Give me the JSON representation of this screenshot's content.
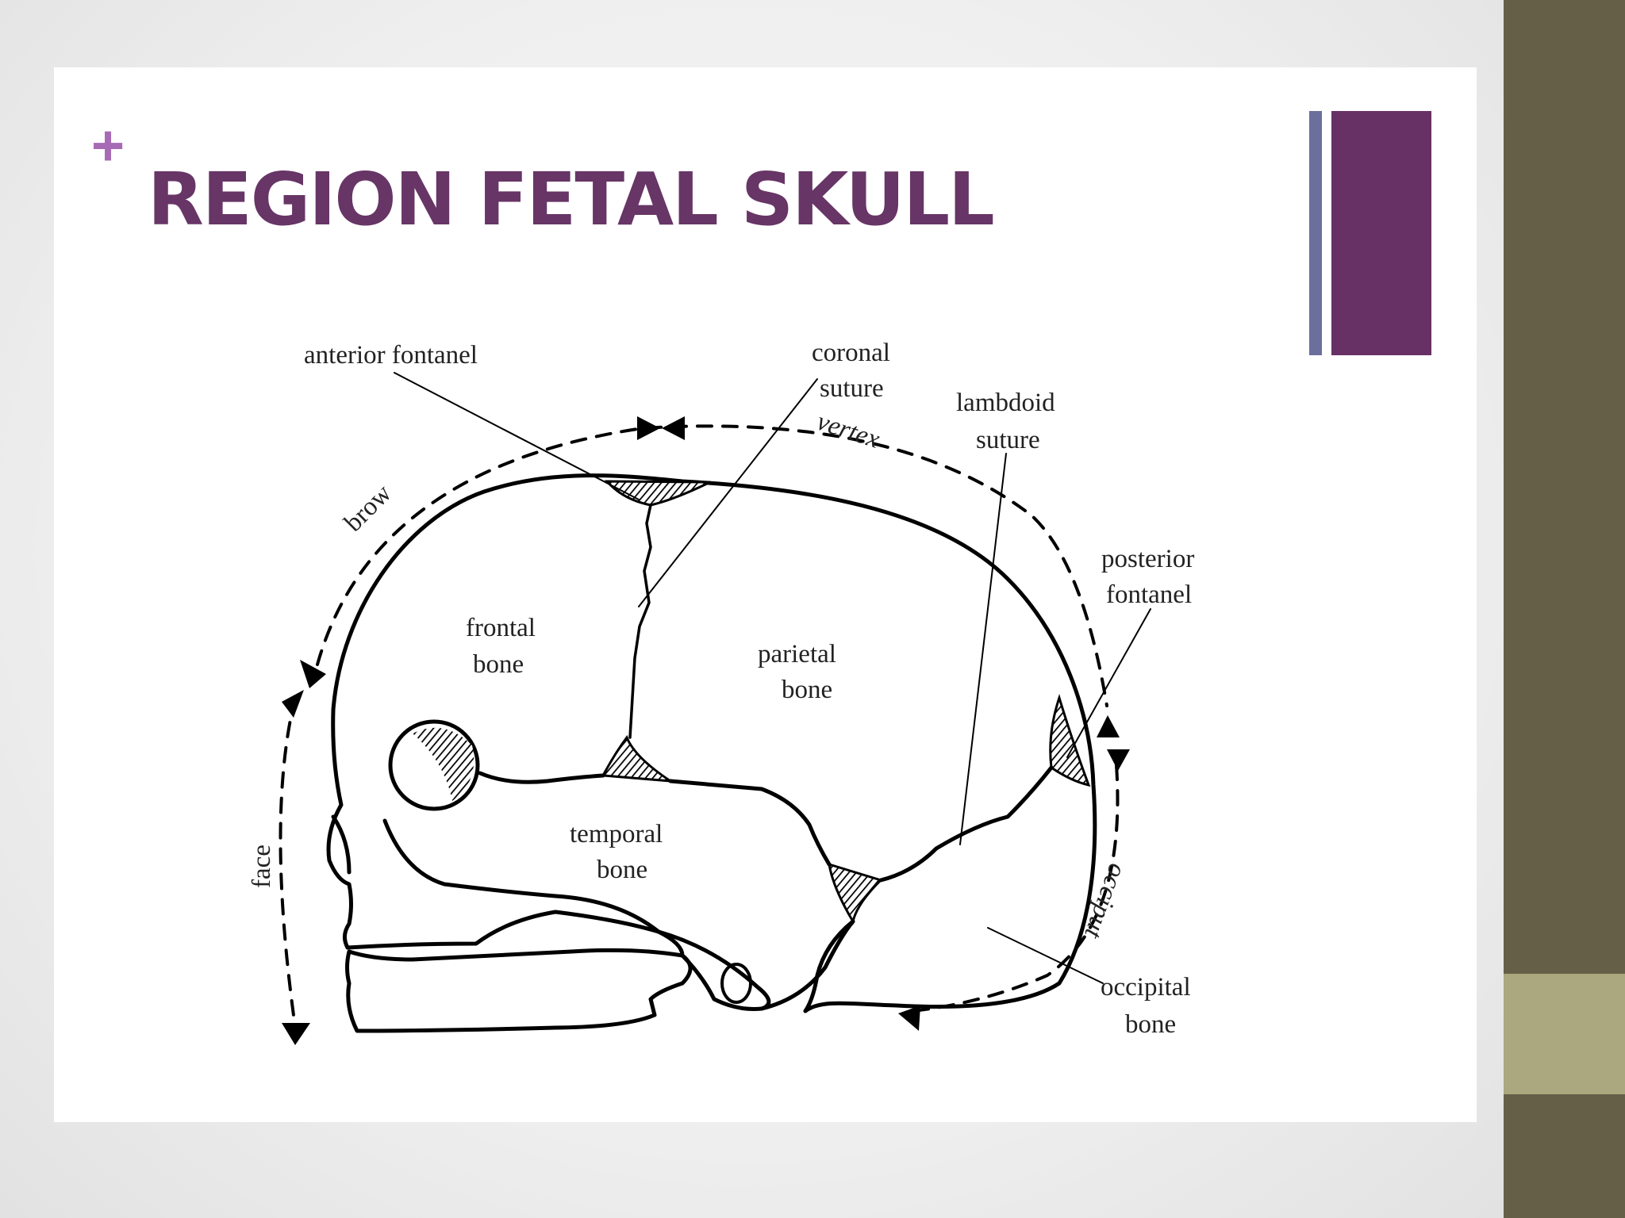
{
  "slide": {
    "plus_symbol": "+",
    "title": "REGION FETAL SKULL"
  },
  "diagram": {
    "labels": {
      "anterior_fontanel": "anterior fontanel",
      "coronal_1": "coronal",
      "coronal_2": "suture",
      "vertex": "vertex",
      "lambdoid_1": "lambdoid",
      "lambdoid_2": "suture",
      "brow": "brow",
      "posterior_fontanel_1": "posterior",
      "posterior_fontanel_2": "fontanel",
      "frontal_1": "frontal",
      "frontal_2": "bone",
      "parietal_1": "parietal",
      "parietal_2": "bone",
      "temporal_1": "temporal",
      "temporal_2": "bone",
      "face": "face",
      "occiput": "occiput",
      "occipital_1": "occipital",
      "occipital_2": "bone"
    }
  },
  "colors": {
    "title": "#673566",
    "plus": "#a66bb4",
    "bar_thin": "#6b6f9c",
    "bar_thick": "#673166",
    "side_panel": "#665f47",
    "side_accent": "#aba77e"
  }
}
